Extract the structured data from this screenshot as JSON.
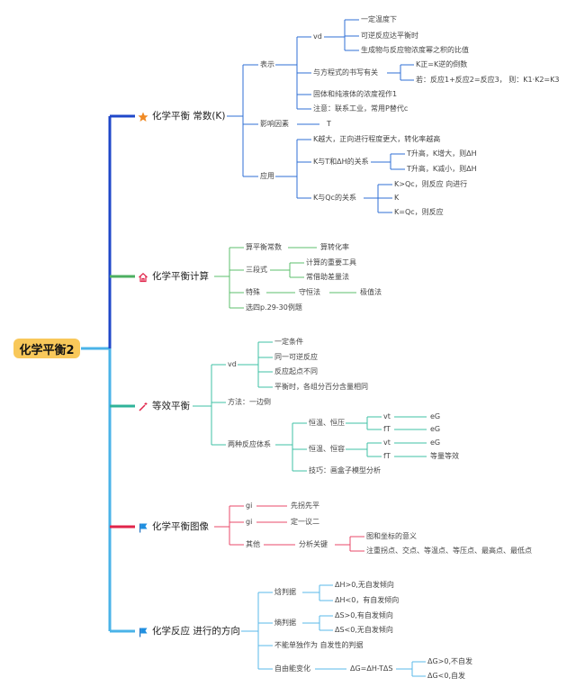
{
  "root": "化学平衡2",
  "branches": {
    "b1": {
      "label": "化学平衡 常数(K)",
      "n_biaoshi": "表示",
      "n_vd": "vd",
      "n_vd_1": "一定温度下",
      "n_vd_2": "可逆反应达平衡时",
      "n_vd_3": "生成物与反应物浓度幂之积的比值",
      "n_fangcheng": "与方程式的书写有关",
      "n_fc_1": "K正=K逆的倒数",
      "n_fc_2": "若：反应1+反应2=反应3，  则：K1·K2=K3",
      "n_guti": "固体和纯液体的浓度视作1",
      "n_zhuyi": "注意：联系工业，常用P替代c",
      "n_yingxiang": "影响因素",
      "n_T": "T",
      "n_yingyong": "应用",
      "n_yy_1": "K越大，正向进行程度更大，转化率越高",
      "n_yy_2": "K与T和ΔH的关系",
      "n_yy_2a": "T升高，K增大，则ΔH",
      "n_yy_2b": "T升高，K减小，则ΔH",
      "n_yy_3": "K与Qc的关系",
      "n_yy_3a": "K>Qc，则反应 向进行",
      "n_yy_3b": "K",
      "n_yy_3c": "K=Qc，则反应"
    },
    "b2": {
      "label": "化学平衡计算",
      "n1": "算平衡常数",
      "n1a": "算转化率",
      "n2": "三段式",
      "n2a": "计算的重要工具",
      "n2b": "常借助差量法",
      "n3": "特殊",
      "n3a": "守恒法",
      "n3b": "极值法",
      "n4": "选四p.29-30例题"
    },
    "b3": {
      "label": "等效平衡",
      "n_vd": "vd",
      "n_vd_1": "一定条件",
      "n_vd_2": "同一可逆反应",
      "n_vd_3": "反应起点不同",
      "n_vd_4": "平衡时，各组分百分含量相同",
      "n_fangfa": "方法：一边倒",
      "n_liangzhong": "两种反应体系",
      "n_hr_hy": "恒温、恒压",
      "n_vt1": "vt",
      "n_eg1": "eG",
      "n_fT1": "fT",
      "n_eg2": "eG",
      "n_hr_hr": "恒温、恒容",
      "n_vt2": "vt",
      "n_eg3": "eG",
      "n_fT2": "fT",
      "n_dlb": "等量等效",
      "n_jq": "技巧：画盒子模型分析"
    },
    "b4": {
      "label": "化学平衡图像",
      "n_gi1": "gi",
      "n_gi1a": "先拐先平",
      "n_gi2": "gi",
      "n_gi2a": "定一议二",
      "n_qita": "其他",
      "n_fx": "分析关键",
      "n_fx1": "图和坐标的意义",
      "n_fx2": "注重拐点、交点、等温点、等压点、最高点、最低点"
    },
    "b5": {
      "label": "化学反应 进行的方向",
      "n_hanpanju": "焓判据",
      "n_h1": "ΔH>0,无自发倾向",
      "n_h2": "ΔH<0，有自发倾向",
      "n_shangpanju": "熵判据",
      "n_s1": "ΔS>0,有自发倾向",
      "n_s2": "ΔS<0,无自发倾向",
      "n_buneng": "不能单独作为 自发性的判据",
      "n_ziyou": "自由能变化",
      "n_dg": "ΔG=ΔH-TΔS",
      "n_dg1": "ΔG>0,不自发",
      "n_dg2": "ΔG<0,自发"
    }
  },
  "colors": {
    "b1": "#1f47c9",
    "b2": "#4caf60",
    "b3": "#2fb39a",
    "b4": "#e0244a",
    "b5": "#4ab3e8",
    "root": "#f8c85a"
  }
}
